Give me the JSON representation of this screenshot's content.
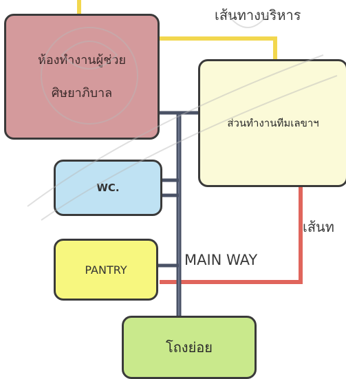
{
  "labels": {
    "admin_route": "เส้นทางบริหาร",
    "main_way": "MAIN WAY",
    "service_route": "เส้นท"
  },
  "rooms": {
    "assistant_office": [
      "ห้องทำงานผู้ช่วย",
      "ศิษยาภิบาล"
    ],
    "secretary_office": "ส่วนทำงานทีมเลขาฯ",
    "wc": "WC.",
    "pantry": "PANTRY",
    "store": "โถงย่อย"
  },
  "colors": {
    "main_way": "#4a5266",
    "admin_route": "#f2d74e",
    "service_route": "#e0655c",
    "assistant_office": "#d49a9c",
    "secretary_office": "#fbfad8",
    "wc": "#bfe2f3",
    "pantry": "#f7f77f",
    "store": "#c9e98c"
  }
}
